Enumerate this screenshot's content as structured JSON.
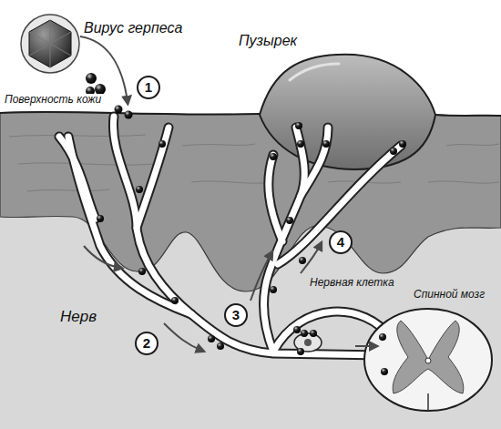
{
  "diagram": {
    "labels": [
      "Вирус герпеса",
      "1",
      "Пузырек",
      "Поверхность кожи",
      "4",
      "Нервная клетка",
      "Спинной мозг",
      "Нерв",
      "3",
      "2"
    ]
  }
}
